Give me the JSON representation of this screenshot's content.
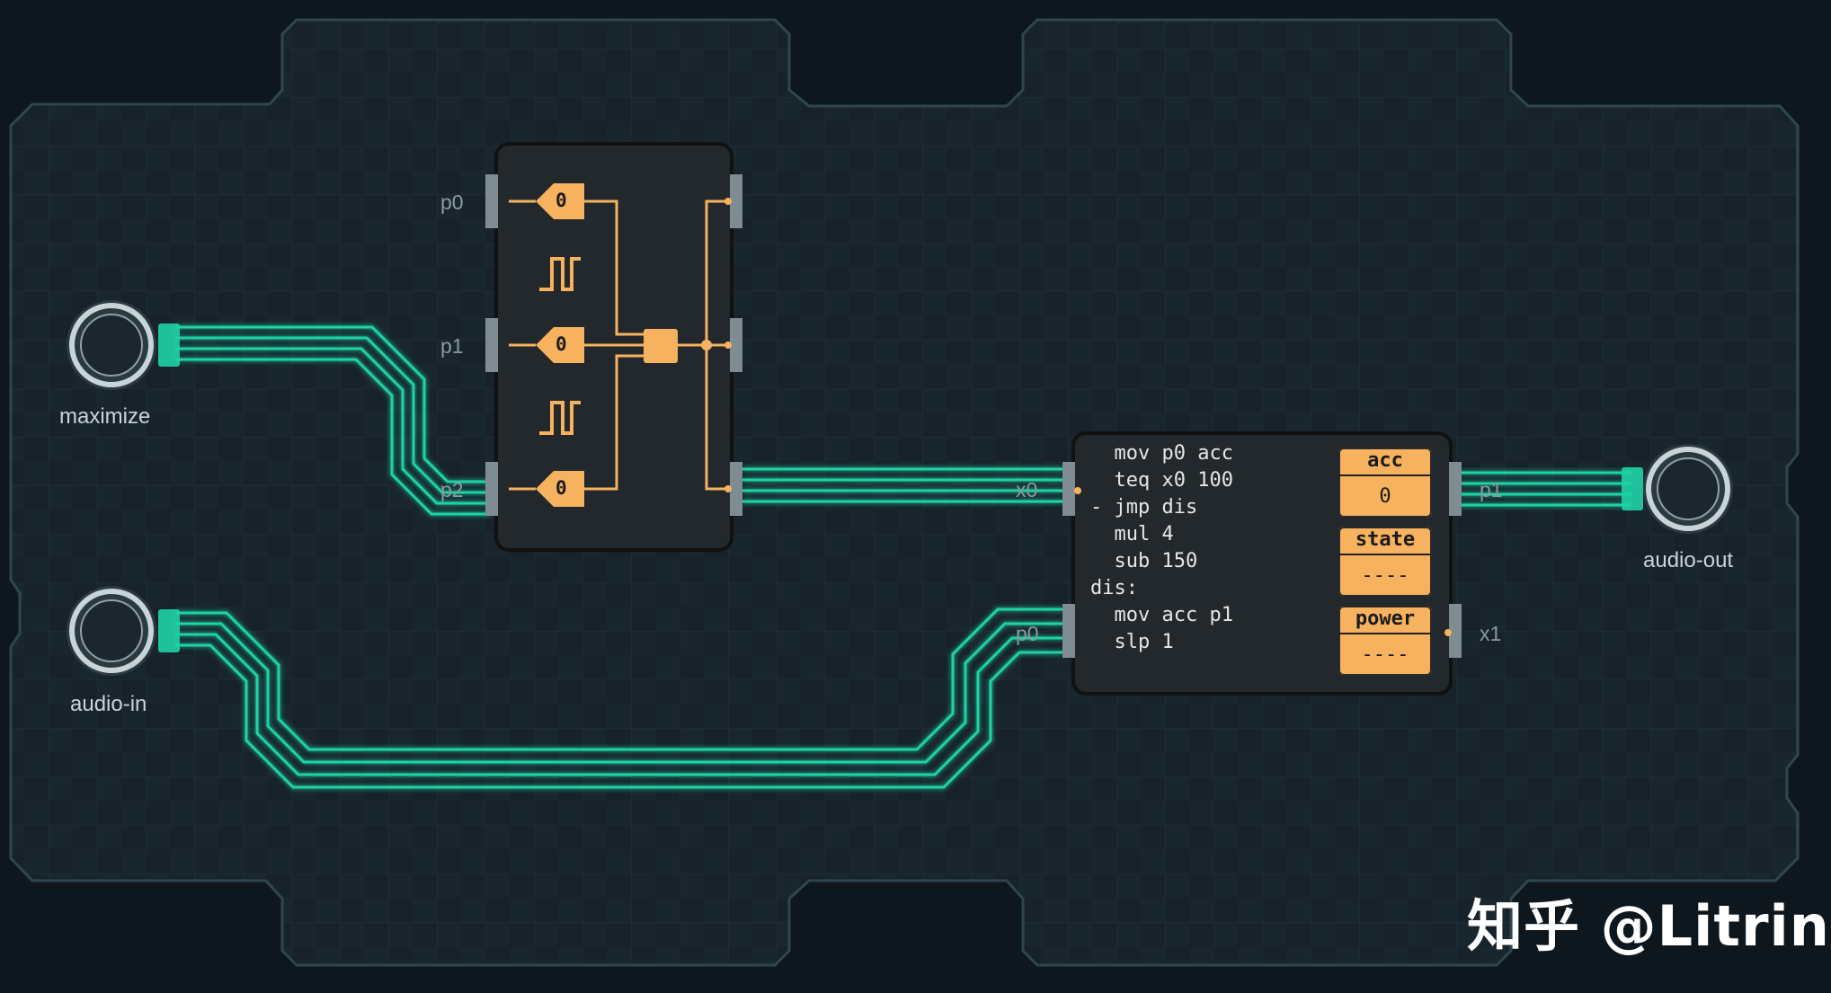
{
  "board": {
    "inputs": [
      {
        "label": "maximize"
      },
      {
        "label": "audio-in"
      }
    ],
    "outputs": [
      {
        "label": "audio-out"
      }
    ]
  },
  "dx_chip": {
    "pins": {
      "p0": "p0",
      "p1": "p1",
      "p2": "p2"
    },
    "gates": [
      "0",
      "0",
      "0"
    ]
  },
  "mc_chip": {
    "pins": {
      "x0": "x0",
      "p0": "p0",
      "p1": "p1",
      "x1": "x1"
    },
    "code": [
      "  mov p0 acc",
      "  teq x0 100",
      "- jmp dis",
      "  mul 4",
      "  sub 150",
      "dis:",
      "  mov acc p1",
      "  slp 1"
    ],
    "registers": [
      {
        "name": "acc",
        "value": "0"
      },
      {
        "name": "state",
        "value": "----"
      },
      {
        "name": "power",
        "value": "----"
      }
    ]
  },
  "watermark": "知乎 @Litrin",
  "colors": {
    "background": "#0e171d",
    "board": "#17232b",
    "wire": "#1fd3a6",
    "chip": "#23282c",
    "logic": "#f6b25e"
  }
}
